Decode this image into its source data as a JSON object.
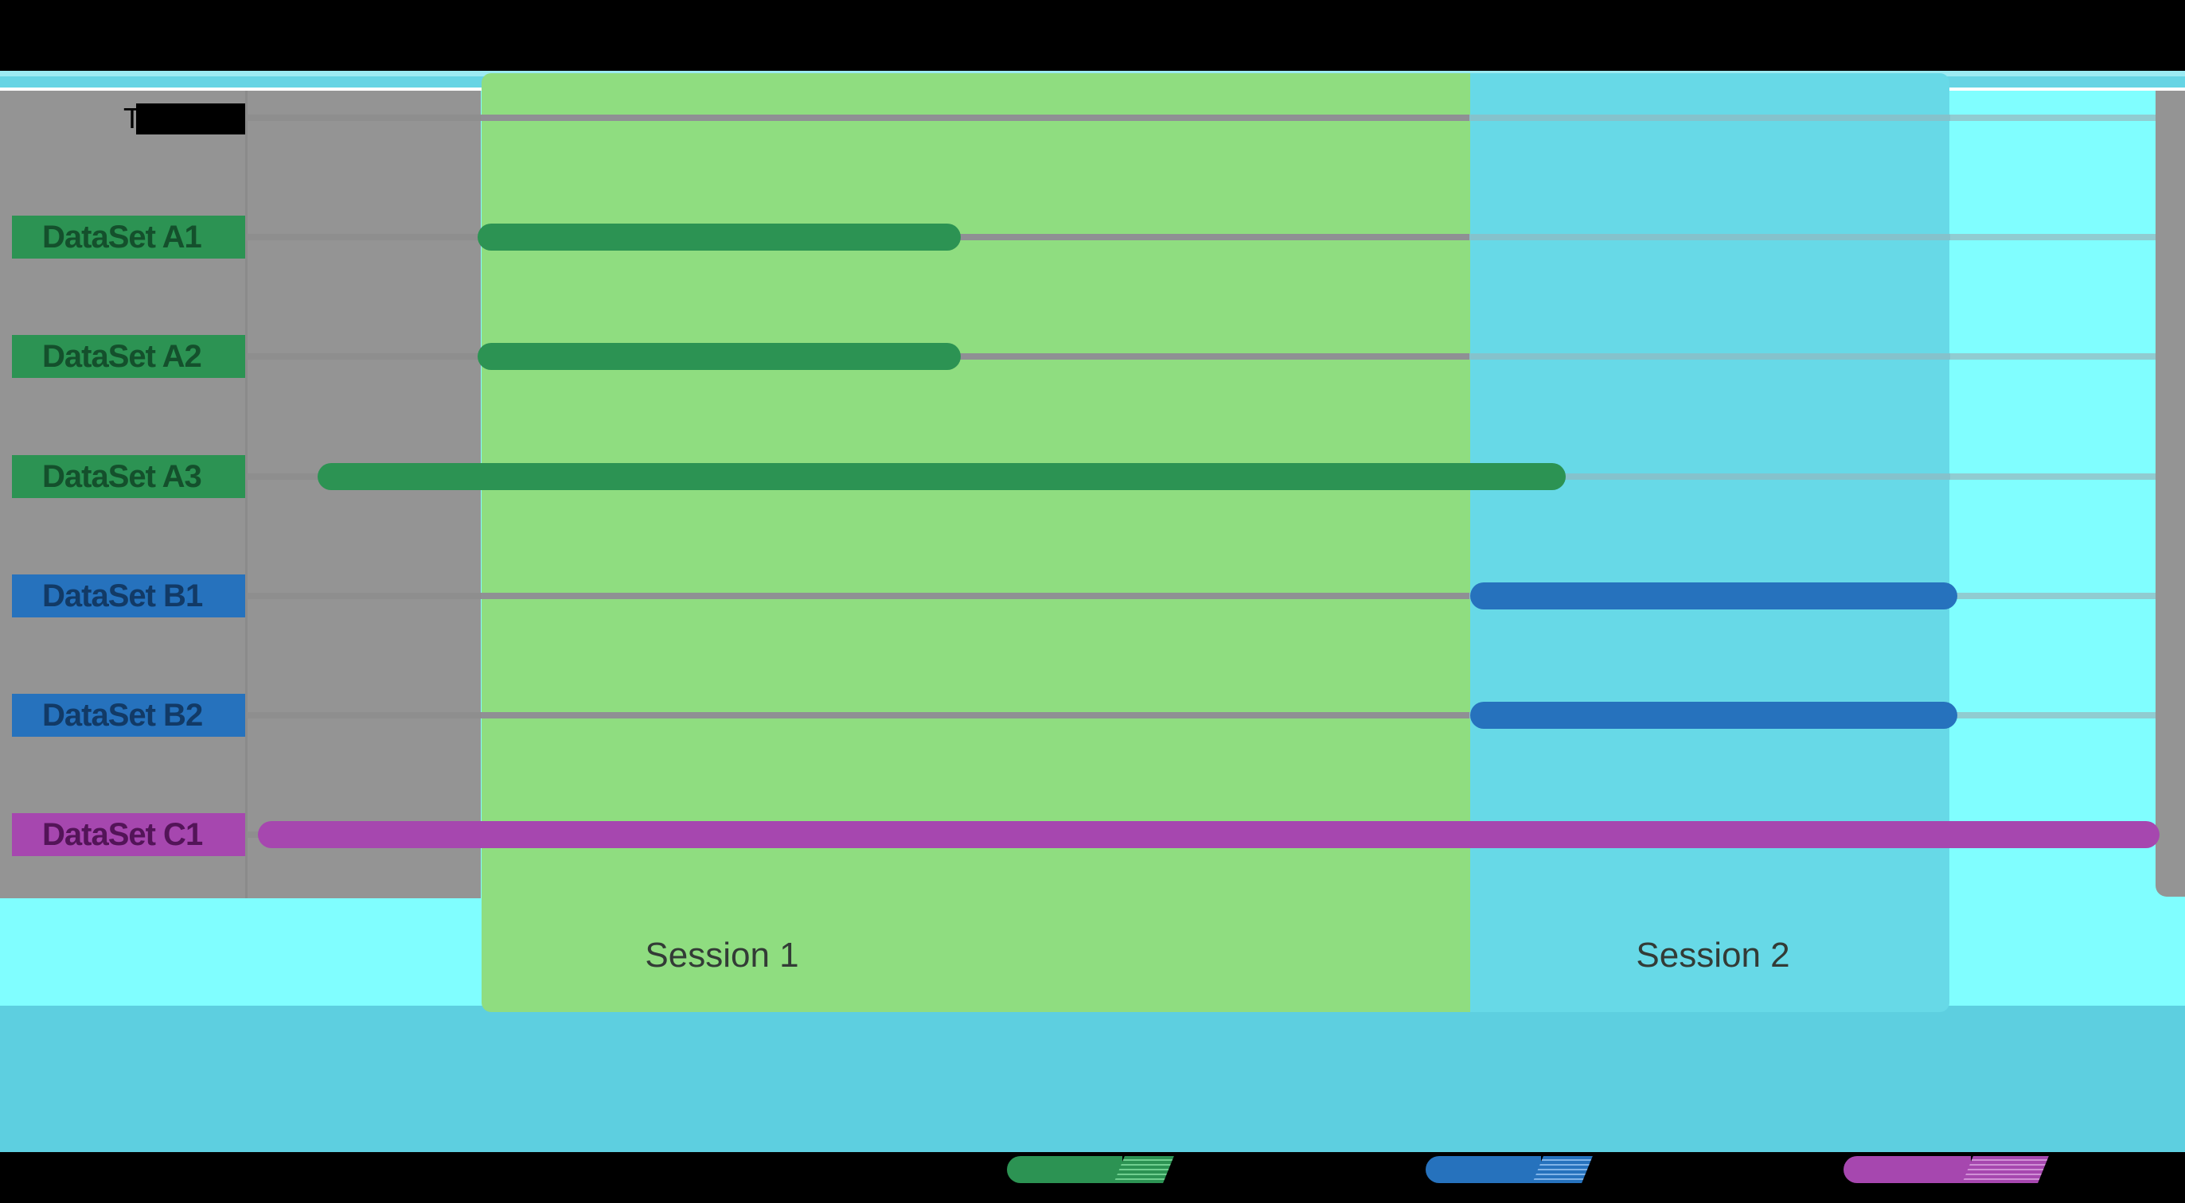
{
  "header": {
    "task_title": "Task"
  },
  "chart_data": {
    "type": "bar",
    "subtype": "gantt-timeline",
    "title": "Task",
    "orientation": "horizontal",
    "grid": true,
    "x_axis": {
      "tick_labels_visible": false,
      "scale": "percent_of_plot_width",
      "range": [
        0,
        100
      ]
    },
    "rows": [
      {
        "label": "DataSet A1",
        "group": "A",
        "start_pct": 12.1,
        "end_pct": 37.4,
        "color": "#2c9353",
        "label_bg": "#2c9353",
        "label_text_color": "#14502c"
      },
      {
        "label": "DataSet A2",
        "group": "A",
        "start_pct": 12.1,
        "end_pct": 37.4,
        "color": "#2c9353",
        "label_bg": "#2c9353",
        "label_text_color": "#14502c"
      },
      {
        "label": "DataSet A3",
        "group": "A",
        "start_pct": 3.7,
        "end_pct": 69.1,
        "color": "#2c9353",
        "label_bg": "#2c9353",
        "label_text_color": "#14502c"
      },
      {
        "label": "DataSet B1",
        "group": "B",
        "start_pct": 64.1,
        "end_pct": 89.6,
        "color": "#2672bd",
        "label_bg": "#2672bd",
        "label_text_color": "#123a66"
      },
      {
        "label": "DataSet B2",
        "group": "B",
        "start_pct": 64.1,
        "end_pct": 89.6,
        "color": "#2672bd",
        "label_bg": "#2672bd",
        "label_text_color": "#123a66"
      },
      {
        "label": "DataSet C1",
        "group": "C",
        "start_pct": 0.6,
        "end_pct": 100.2,
        "color": "#a647af",
        "label_bg": "#a647af",
        "label_text_color": "#531458"
      }
    ],
    "sessions": [
      {
        "label": "Session 1",
        "start_pct": 12.3,
        "end_pct": 64.1,
        "panel_color": "#8fdd80"
      },
      {
        "label": "Session 2",
        "start_pct": 64.1,
        "end_pct": 89.2,
        "panel_color": "#67d9e7"
      }
    ],
    "legend": {
      "position": "bottom",
      "swatches": [
        {
          "name": "group-a-swatch",
          "color": "#2c9353",
          "stripe_color": "#6fcf8f"
        },
        {
          "name": "group-b-swatch",
          "color": "#2672bd",
          "stripe_color": "#7fb3e8"
        },
        {
          "name": "group-c-swatch",
          "color": "#a647af",
          "stripe_color": "#d08fd6"
        }
      ]
    }
  },
  "palette": {
    "page_background": "#000000",
    "label_column_gray": "#949494",
    "plot_background_bright_cyan": "#80feff",
    "top_band_cyan": "#66d4e4",
    "top_band_stripe": "#9ceaf2",
    "bottom_band_cyan": "#5dcfe0",
    "gridline_gray": "#8f9094",
    "white_divider": "#ffffff"
  }
}
